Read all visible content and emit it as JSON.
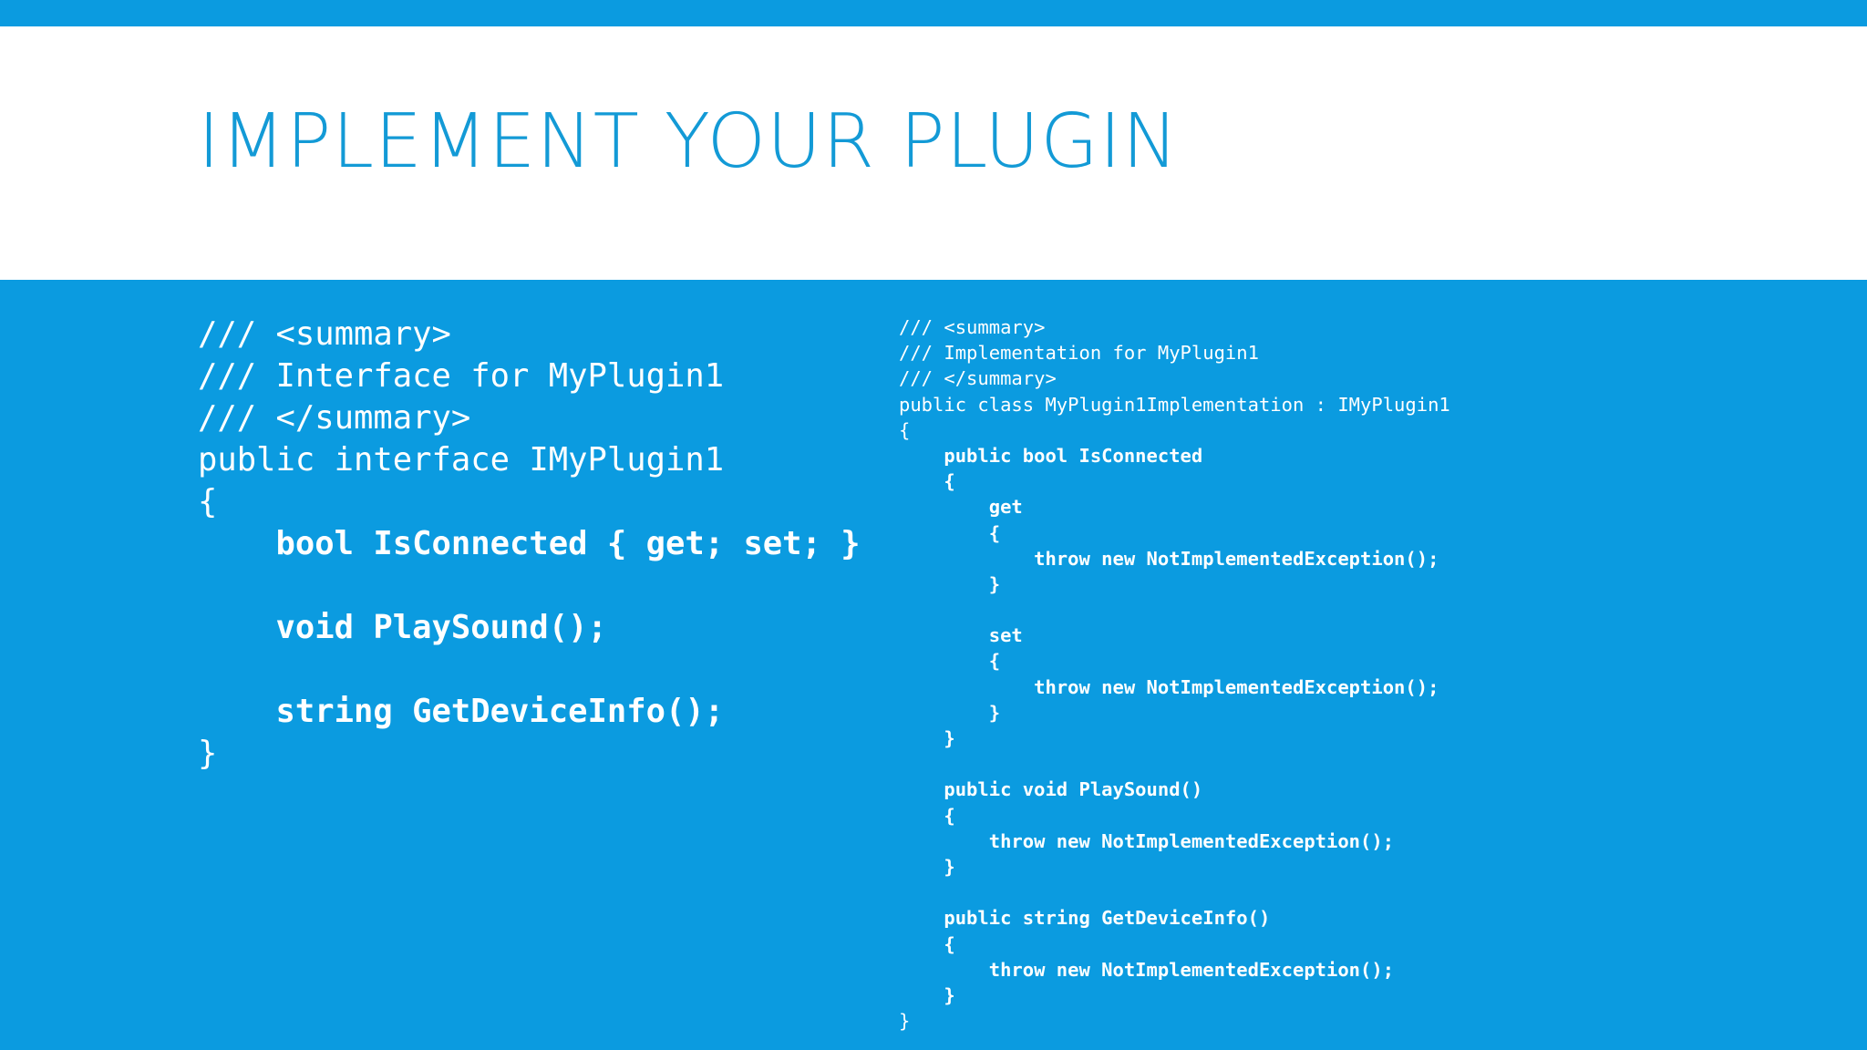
{
  "slide": {
    "title": "IMPLEMENT YOUR PLUGIN",
    "colors": {
      "accent": "#0b9be0",
      "title_text": "#139ad6",
      "panel_white": "#ffffff",
      "code_text": "#ffffff"
    }
  },
  "code_left": {
    "lines": [
      {
        "text": "/// <summary>",
        "bold": false
      },
      {
        "text": "/// Interface for MyPlugin1",
        "bold": false
      },
      {
        "text": "/// </summary>",
        "bold": false
      },
      {
        "text": "public interface IMyPlugin1",
        "bold": false
      },
      {
        "text": "{",
        "bold": false
      },
      {
        "text": "    bool IsConnected { get; set; }",
        "bold": true
      },
      {
        "text": "",
        "bold": false
      },
      {
        "text": "    void PlaySound();",
        "bold": true
      },
      {
        "text": "",
        "bold": false
      },
      {
        "text": "    string GetDeviceInfo();",
        "bold": true
      },
      {
        "text": "}",
        "bold": false
      }
    ]
  },
  "code_right": {
    "lines": [
      {
        "text": "/// <summary>",
        "bold": false
      },
      {
        "text": "/// Implementation for MyPlugin1",
        "bold": false
      },
      {
        "text": "/// </summary>",
        "bold": false
      },
      {
        "text": "public class MyPlugin1Implementation : IMyPlugin1",
        "bold": false
      },
      {
        "text": "{",
        "bold": false
      },
      {
        "text": "    public bool IsConnected",
        "bold": true
      },
      {
        "text": "    {",
        "bold": true
      },
      {
        "text": "        get",
        "bold": true
      },
      {
        "text": "        {",
        "bold": true
      },
      {
        "text": "            throw new NotImplementedException();",
        "bold": true
      },
      {
        "text": "        }",
        "bold": true
      },
      {
        "text": "",
        "bold": false
      },
      {
        "text": "        set",
        "bold": true
      },
      {
        "text": "        {",
        "bold": true
      },
      {
        "text": "            throw new NotImplementedException();",
        "bold": true
      },
      {
        "text": "        }",
        "bold": true
      },
      {
        "text": "    }",
        "bold": true
      },
      {
        "text": "",
        "bold": false
      },
      {
        "text": "    public void PlaySound()",
        "bold": true
      },
      {
        "text": "    {",
        "bold": true
      },
      {
        "text": "        throw new NotImplementedException();",
        "bold": true
      },
      {
        "text": "    }",
        "bold": true
      },
      {
        "text": "",
        "bold": false
      },
      {
        "text": "    public string GetDeviceInfo()",
        "bold": true
      },
      {
        "text": "    {",
        "bold": true
      },
      {
        "text": "        throw new NotImplementedException();",
        "bold": true
      },
      {
        "text": "    }",
        "bold": true
      },
      {
        "text": "}",
        "bold": false
      }
    ]
  }
}
